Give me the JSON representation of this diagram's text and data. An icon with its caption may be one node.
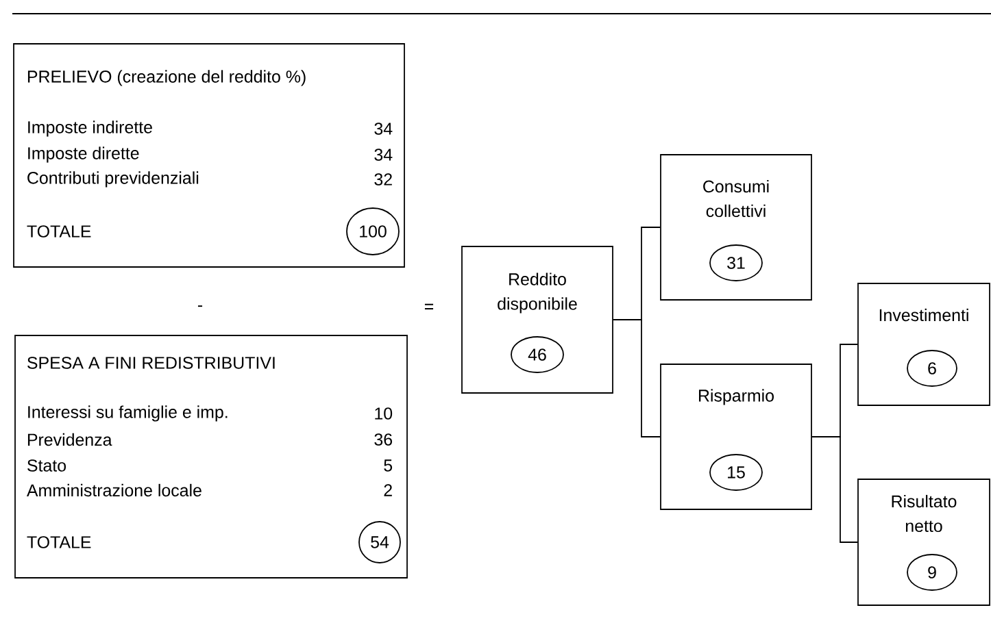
{
  "diagram": {
    "nodes": [
      {
        "text": [
          "PRELIEVO (creazione del reddito %)",
          "Imposte indirette",
          "34",
          "Imposte dirette",
          "34",
          "Contributi previdenziali",
          "32",
          "TOTALE"
        ]
      },
      {
        "text": [
          "100"
        ],
        "in": 0
      },
      {
        "text": [
          "SPESA A FINI REDISTRIBUTIVI",
          "Interessi su famiglie e imp.",
          "10",
          "Previdenza",
          "36",
          "Stato",
          "5",
          "Amministrazione locale",
          "2",
          "TOTALE"
        ]
      },
      {
        "text": [
          "54"
        ],
        "in": 2
      },
      {
        "text": [
          "Reddito disponibile"
        ]
      },
      {
        "text": [
          "46"
        ],
        "in": 4
      },
      {
        "text": [
          "Consumi collettivi"
        ]
      },
      {
        "text": [
          "31"
        ],
        "in": 6
      },
      {
        "text": [
          "Risparmio"
        ]
      },
      {
        "text": [
          "15"
        ],
        "in": 8
      },
      {
        "text": [
          "Investimenti"
        ]
      },
      {
        "text": [
          "6"
        ],
        "in": 10
      },
      {
        "text": [
          "Risultato netto"
        ]
      },
      {
        "text": [
          "9"
        ],
        "in": 12
      }
    ],
    "edges": [
      {
        "from": 4,
        "to": 6,
        "arrow": "none"
      },
      {
        "from": 4,
        "to": 8,
        "arrow": "none"
      },
      {
        "from": 8,
        "to": 10,
        "arrow": "none"
      },
      {
        "from": 8,
        "to": 12,
        "arrow": "none"
      }
    ],
    "labels": [
      "-",
      "="
    ]
  }
}
